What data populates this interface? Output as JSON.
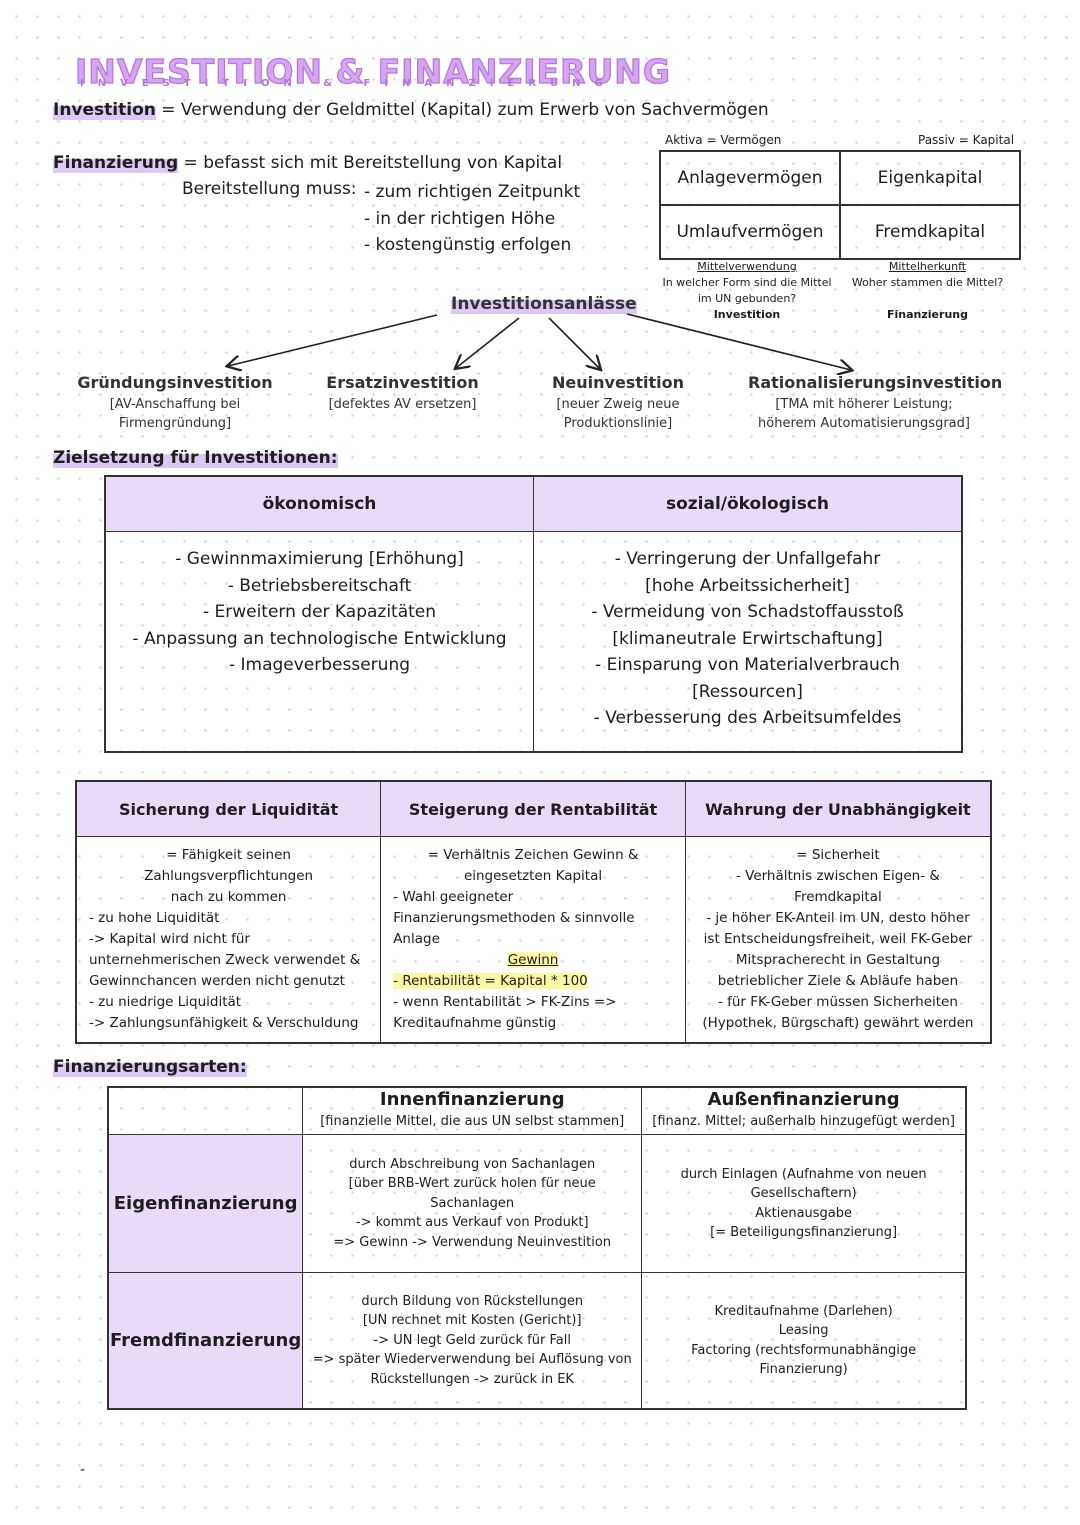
{
  "title": "INVESTITION & FINANZIERUNG",
  "subtitle": "INVESTITION & FINANZIERUNG",
  "investition": {
    "term": "Investition",
    "definition": "= Verwendung der Geldmittel (Kapital) zum Erwerb von Sachvermögen"
  },
  "finanzierung": {
    "term": "Finanzierung",
    "definition": "= befasst sich mit Bereitstellung von Kapital",
    "requirement_label": "Bereitstellung muss:",
    "requirements": [
      "- zum richtigen Zeitpunkt",
      "- in der richtigen Höhe",
      "- kostengünstig erfolgen"
    ]
  },
  "balance": {
    "aktiva": "Aktiva = Vermögen",
    "passiva": "Passiv = Kapital",
    "cells": [
      "Anlagevermögen",
      "Eigenkapital",
      "Umlaufvermögen",
      "Fremdkapital"
    ],
    "left_note": {
      "head": "Mittelverwendung",
      "text1": "In welcher Form sind die Mittel",
      "text2": "im UN gebunden?",
      "tag": "Investition"
    },
    "right_note": {
      "head": "Mittelherkunft",
      "text1": "Woher stammen die Mittel?",
      "tag": "Finanzierung"
    }
  },
  "anlaesse": {
    "heading": "Investitionsanlässe",
    "items": [
      {
        "name": "Gründungsinvestition",
        "line1": "[AV-Anschaffung bei",
        "line2": "Firmengründung]"
      },
      {
        "name": "Ersatzinvestition",
        "line1": "[defektes AV ersetzen]",
        "line2": ""
      },
      {
        "name": "Neuinvestition",
        "line1": "[neuer Zweig neue",
        "line2": "Produktionslinie]"
      },
      {
        "name": "Rationalisierungsinvestition",
        "line1": "[TMA mit höherer Leistung;",
        "line2": "höherem Automatisierungsgrad]"
      }
    ]
  },
  "zielsetzung": {
    "heading": "Zielsetzung für Investitionen:",
    "col1": {
      "head": "ökonomisch",
      "items": [
        "- Gewinnmaximierung [Erhöhung]",
        "- Betriebsbereitschaft",
        "- Erweitern der Kapazitäten",
        "- Anpassung an technologische Entwicklung",
        "- Imageverbesserung"
      ]
    },
    "col2": {
      "head": "sozial/ökologisch",
      "items": [
        "- Verringerung der Unfallgefahr",
        "[hohe Arbeitssicherheit]",
        "- Vermeidung von Schadstoffausstoß",
        "[klimaneutrale Erwirtschaftung]",
        "- Einsparung von Materialverbrauch",
        "[Ressourcen]",
        "- Verbesserung des Arbeitsumfeldes"
      ]
    }
  },
  "triple": {
    "col1": {
      "head": "Sicherung der Liquidität",
      "items": [
        "= Fähigkeit seinen Zahlungsverpflichtungen",
        "nach zu kommen",
        "- zu hohe Liquidität",
        "-> Kapital wird nicht für",
        "unternehmerischen Zweck verwendet &",
        "Gewinnchancen werden nicht genutzt",
        "- zu niedrige Liquidität",
        "-> Zahlungsunfähigkeit & Verschuldung"
      ]
    },
    "col2": {
      "head": "Steigerung der Rentabilität",
      "items": [
        "= Verhältnis Zeichen Gewinn &",
        "eingesetzten Kapital",
        "- Wahl geeigneter",
        "Finanzierungsmethoden & sinnvolle Anlage",
        "Gewinn",
        "- Rentabilität = Kapital * 100",
        "- wenn Rentabilität > FK-Zins =>",
        "Kreditaufnahme günstig"
      ]
    },
    "col3": {
      "head": "Wahrung der Unabhängigkeit",
      "items": [
        "= Sicherheit",
        "- Verhältnis zwischen Eigen- &",
        "Fremdkapital",
        "- je höher EK-Anteil im UN, desto höher",
        "ist Entscheidungsfreiheit, weil FK-Geber",
        "Mitspracherecht in Gestaltung",
        "betrieblicher Ziele & Abläufe haben",
        "- für FK-Geber müssen Sicherheiten",
        "(Hypothek, Bürgschaft) gewährt werden"
      ]
    }
  },
  "finanzierungsarten": {
    "heading": "Finanzierungsarten:",
    "innen": {
      "head": "Innenfinanzierung",
      "sub": "[finanzielle Mittel, die aus UN selbst stammen]"
    },
    "aussen": {
      "head": "Außenfinanzierung",
      "sub": "[finanz. Mittel; außerhalb hinzugefügt werden]"
    },
    "eigen": {
      "label": "Eigenfinanzierung",
      "innen": [
        "durch Abschreibung von Sachanlagen",
        "[über BRB-Wert zurück holen für neue",
        "Sachanlagen",
        "-> kommt aus Verkauf von Produkt]",
        "=> Gewinn -> Verwendung Neuinvestition"
      ],
      "aussen": [
        "durch Einlagen (Aufnahme von neuen",
        "Gesellschaftern)",
        "Aktienausgabe",
        "[= Beteiligungsfinanzierung]"
      ]
    },
    "fremd": {
      "label": "Fremdfinanzierung",
      "innen": [
        "durch Bildung von Rückstellungen",
        "[UN rechnet mit Kosten (Gericht)]",
        "-> UN legt Geld zurück für Fall",
        "=> später Wiederverwendung bei Auflösung von",
        "Rückstellungen -> zurück in EK"
      ],
      "aussen": [
        "Kreditaufnahme (Darlehen)",
        "Leasing",
        "Factoring (rechtsformunabhängige",
        "Finanzierung)"
      ]
    }
  },
  "colors": {
    "accent": "#dcc7f5",
    "header_fill": "#e9dbf8",
    "title": "#d4a6ef",
    "yellow": "#fdf6a3"
  }
}
